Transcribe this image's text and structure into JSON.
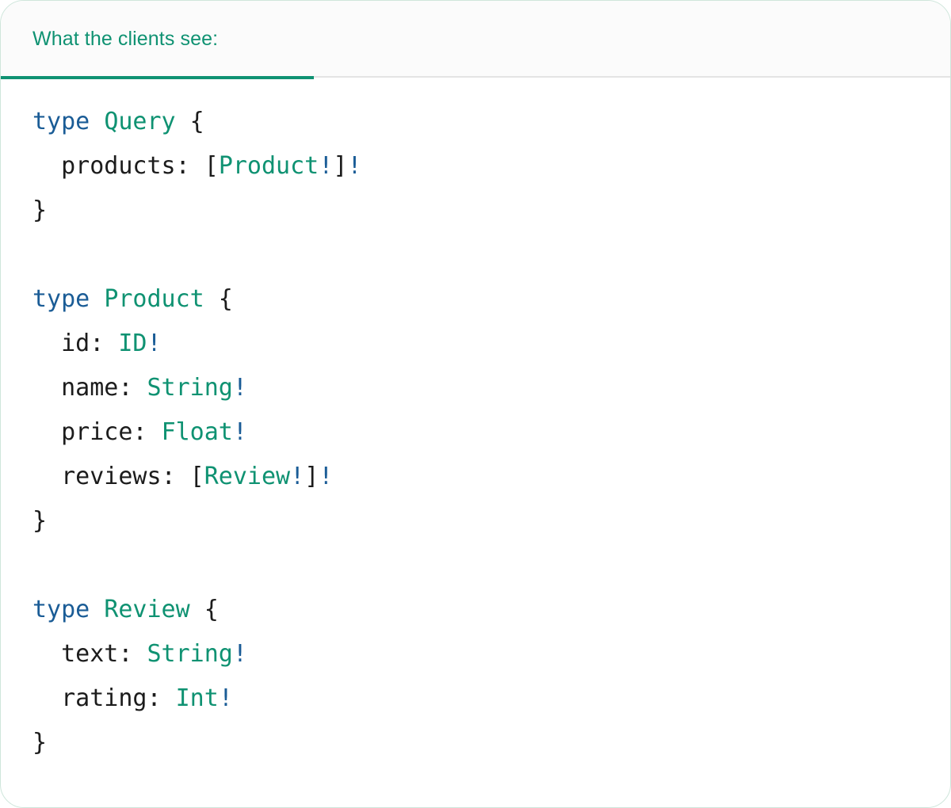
{
  "card": {
    "accent_color": "#0f9272",
    "keyword_color": "#1a5c96",
    "text_color": "#1c1c1c",
    "border_color": "#cfe6db"
  },
  "tabs": [
    {
      "label": "What the clients see:",
      "active": true
    }
  ],
  "code": {
    "language": "graphql",
    "lines": [
      [
        {
          "t": "type",
          "c": "kw"
        },
        {
          "t": " ",
          "c": "punct"
        },
        {
          "t": "Query",
          "c": "type"
        },
        {
          "t": " {",
          "c": "punct"
        }
      ],
      [
        {
          "t": "  ",
          "c": "punct"
        },
        {
          "t": "products",
          "c": "field"
        },
        {
          "t": ": [",
          "c": "punct"
        },
        {
          "t": "Product",
          "c": "type"
        },
        {
          "t": "!",
          "c": "bang"
        },
        {
          "t": "]",
          "c": "punct"
        },
        {
          "t": "!",
          "c": "bang"
        }
      ],
      [
        {
          "t": "}",
          "c": "punct"
        }
      ],
      [],
      [
        {
          "t": "type",
          "c": "kw"
        },
        {
          "t": " ",
          "c": "punct"
        },
        {
          "t": "Product",
          "c": "type"
        },
        {
          "t": " {",
          "c": "punct"
        }
      ],
      [
        {
          "t": "  ",
          "c": "punct"
        },
        {
          "t": "id",
          "c": "field"
        },
        {
          "t": ": ",
          "c": "punct"
        },
        {
          "t": "ID",
          "c": "type"
        },
        {
          "t": "!",
          "c": "bang"
        }
      ],
      [
        {
          "t": "  ",
          "c": "punct"
        },
        {
          "t": "name",
          "c": "field"
        },
        {
          "t": ": ",
          "c": "punct"
        },
        {
          "t": "String",
          "c": "type"
        },
        {
          "t": "!",
          "c": "bang"
        }
      ],
      [
        {
          "t": "  ",
          "c": "punct"
        },
        {
          "t": "price",
          "c": "field"
        },
        {
          "t": ": ",
          "c": "punct"
        },
        {
          "t": "Float",
          "c": "type"
        },
        {
          "t": "!",
          "c": "bang"
        }
      ],
      [
        {
          "t": "  ",
          "c": "punct"
        },
        {
          "t": "reviews",
          "c": "field"
        },
        {
          "t": ": [",
          "c": "punct"
        },
        {
          "t": "Review",
          "c": "type"
        },
        {
          "t": "!",
          "c": "bang"
        },
        {
          "t": "]",
          "c": "punct"
        },
        {
          "t": "!",
          "c": "bang"
        }
      ],
      [
        {
          "t": "}",
          "c": "punct"
        }
      ],
      [],
      [
        {
          "t": "type",
          "c": "kw"
        },
        {
          "t": " ",
          "c": "punct"
        },
        {
          "t": "Review",
          "c": "type"
        },
        {
          "t": " {",
          "c": "punct"
        }
      ],
      [
        {
          "t": "  ",
          "c": "punct"
        },
        {
          "t": "text",
          "c": "field"
        },
        {
          "t": ": ",
          "c": "punct"
        },
        {
          "t": "String",
          "c": "type"
        },
        {
          "t": "!",
          "c": "bang"
        }
      ],
      [
        {
          "t": "  ",
          "c": "punct"
        },
        {
          "t": "rating",
          "c": "field"
        },
        {
          "t": ": ",
          "c": "punct"
        },
        {
          "t": "Int",
          "c": "type"
        },
        {
          "t": "!",
          "c": "bang"
        }
      ],
      [
        {
          "t": "}",
          "c": "punct"
        }
      ]
    ]
  }
}
